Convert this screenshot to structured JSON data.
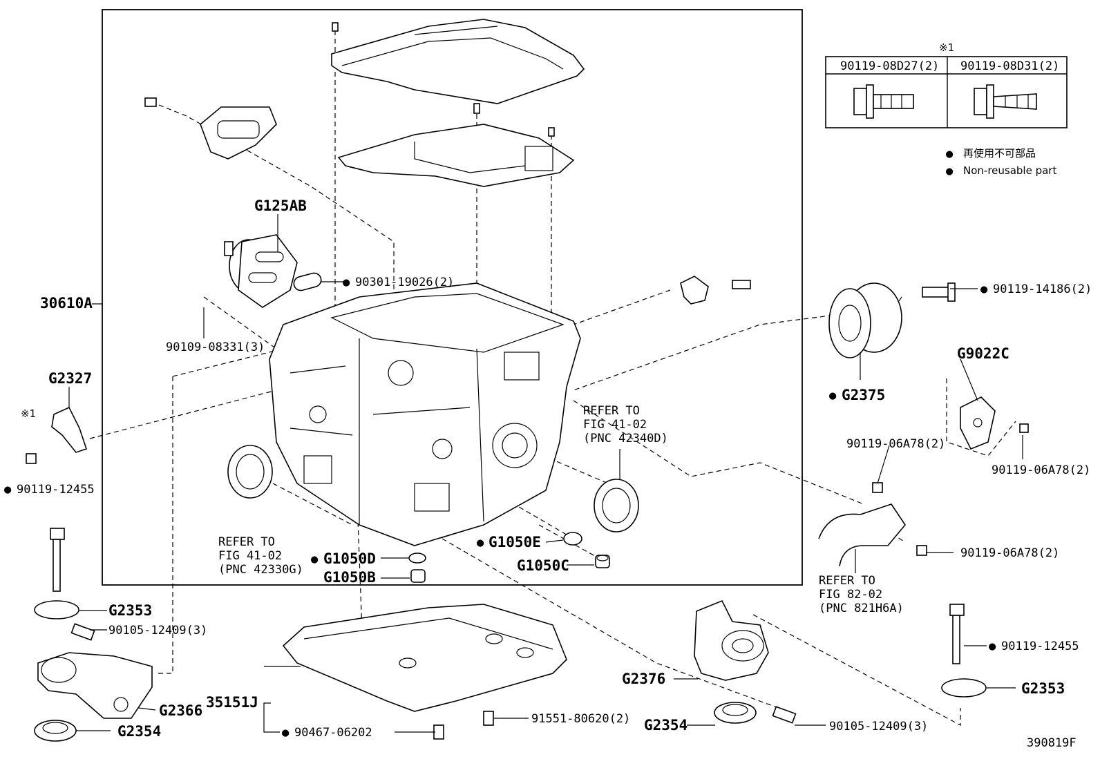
{
  "legend_table": {
    "marker": "※1",
    "columns": [
      "90119-08D27(2)",
      "90119-08D31(2)"
    ]
  },
  "key": {
    "items": [
      {
        "symbol": "●",
        "text": "再使用不可部品"
      },
      {
        "symbol": "●",
        "text": "Non-reusable part"
      }
    ]
  },
  "labels": {
    "g125ab": "G125AB",
    "p90301": "90301-19026(2)",
    "p30610a": "30610A",
    "p90109": "90109-08331(3)",
    "g2327": "G2327",
    "mark1": "※1",
    "p90119_12455_l": "90119-12455",
    "refer_42330g_1": "REFER TO",
    "refer_42330g_2": "FIG 41-02",
    "refer_42330g_3": "(PNC 42330G)",
    "g1050d": "G1050D",
    "g1050b": "G1050B",
    "g1050e": "G1050E",
    "g1050c": "G1050C",
    "refer_42340d_1": "REFER TO",
    "refer_42340d_2": "FIG 41-02",
    "refer_42340d_3": "(PNC 42340D)",
    "p90119_14186": "90119-14186(2)",
    "g2375": "G2375",
    "g9022c": "G9022C",
    "p06a78_a": "90119-06A78(2)",
    "p06a78_b": "90119-06A78(2)",
    "p06a78_c": "90119-06A78(2)",
    "refer_821h6a_1": "REFER TO",
    "refer_821h6a_2": "FIG 82-02",
    "refer_821h6a_3": "(PNC 821H6A)",
    "g2353_l": "G2353",
    "p90105_l": "90105-12409(3)",
    "g2366": "G2366",
    "g2354_l": "G2354",
    "p35151j": "35151J",
    "p90467": "90467-06202",
    "p91551": "91551-80620(2)",
    "g2376": "G2376",
    "g2354_r": "G2354",
    "p90105_r": "90105-12409(3)",
    "p90119_12455_r": "90119-12455",
    "g2353_r": "G2353",
    "fig_id": "390819F"
  }
}
